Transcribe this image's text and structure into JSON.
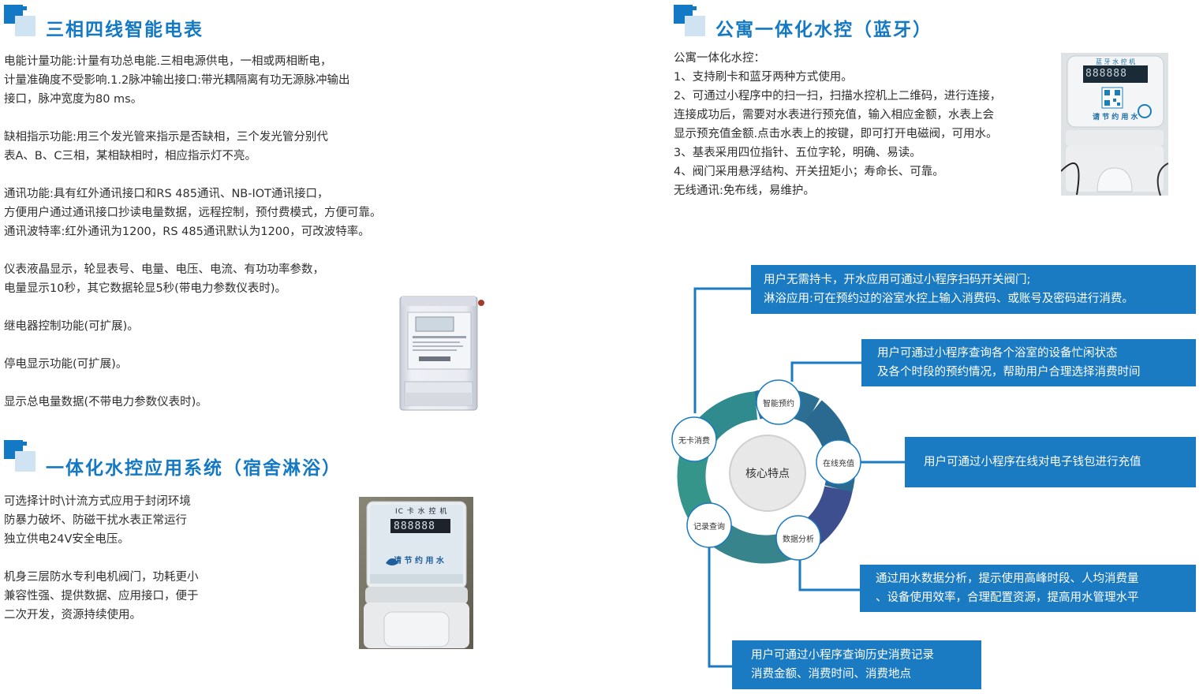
{
  "left": {
    "section1": {
      "title": "三相四线智能电表",
      "paragraphs": [
        [
          "电能计量功能:计量有功总电能.三相电源供电，一相或两相断电，",
          "计量准确度不受影响.1.2脉冲输出接口:带光耦隔离有功无源脉冲输出",
          "接口，脉冲宽度为80 ms。"
        ],
        [
          "缺相指示功能:用三个发光管来指示是否缺相，三个发光管分别代",
          "表A、B、C三相，某相缺相时，相应指示灯不亮。"
        ],
        [
          "通讯功能:具有红外通讯接口和RS 485通讯、NB-IOT通讯接口，",
          "方便用户通过通讯接口抄读电量数据，远程控制，预付费模式，方便可靠。",
          "通讯波特率:红外通讯为1200，RS 485通讯默认为1200，可改波特率。"
        ],
        [
          "仪表液晶显示，轮显表号、电量、电压、电流、有功功率参数，",
          "电量显示10秒，其它数据轮显5秒(带电力参数仪表时)。"
        ],
        [
          "继电器控制功能(可扩展)。"
        ],
        [
          "停电显示功能(可扩展)。"
        ],
        [
          "显示总电量数据(不带电力参数仪表时)。"
        ]
      ]
    },
    "section2": {
      "title": "一体化水控应用系统（宿舍淋浴）",
      "paragraphs": [
        [
          "可选择计时\\计流方式应用于封闭环境",
          "防暴力破坏、防磁干扰水表正常运行",
          "独立供电24V安全电压。"
        ],
        [
          "机身三层防水专利电机阀门，功耗更小",
          "兼容性强、提供数据、应用接口，便于",
          "二次开发，资源持续使用。"
        ]
      ],
      "device": {
        "label": "IC 卡 水 控 机",
        "display": "888888",
        "slogan": "请 节 约 用 水"
      }
    }
  },
  "right": {
    "section3": {
      "title": "公寓一体化水控（蓝牙）",
      "lines": [
        "公寓一体化水控：",
        "1、支持刷卡和蓝牙两种方式使用。",
        "2、可通过小程序中的扫一扫，扫描水控机上二维码，进行连接，",
        "连接成功后，需要对水表进行预充值，输入相应金额，水表上会",
        "显示预充值金额.点击水表上的按键，即可打开电磁阀，可用水。",
        "3、基表采用四位指针、五位字轮，明确、易读。",
        "4、阀门采用悬浮结构、开关扭矩小；寿命长、可靠。",
        "无线通讯:免布线，易维护。"
      ],
      "device": {
        "label": "蓝 牙 水 控 机",
        "display": "888888",
        "slogan": "请 节 约 用 水"
      }
    },
    "diagram": {
      "center": "核心特点",
      "nodes": {
        "nocard": "无卡消费",
        "booking": "智能预约",
        "recharge": "在线充值",
        "analysis": "数据分析",
        "records": "记录查询"
      },
      "boxes": {
        "nocard": [
          "用户无需持卡，开水应用可通过小程序扫码开关阀门;",
          "淋浴应用:可在预约过的浴室水控上输入消费码、或账号及密码进行消费。"
        ],
        "booking": [
          "用户可通过小程序查询各个浴室的设备忙闲状态",
          "及各个时段的预约情况，帮助用户合理选择消费时间"
        ],
        "recharge": [
          "用户可通过小程序在线对电子钱包进行充值"
        ],
        "analysis": [
          "通过用水数据分析，提示使用高峰时段、人均消费量",
          "、设备使用效率，合理配置资源，提高用水管理水平"
        ],
        "records": [
          "用户可通过小程序查询历史消费记录",
          "消费金额、消费时间、消费地点"
        ]
      }
    }
  }
}
